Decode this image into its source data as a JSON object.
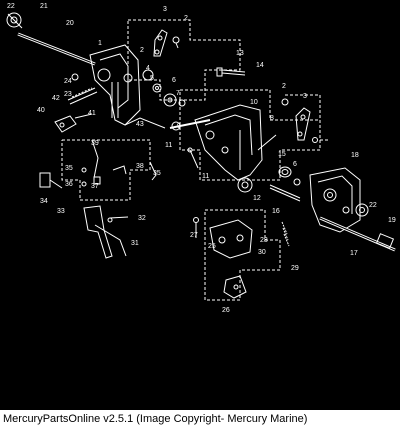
{
  "diagram": {
    "background": "#000000",
    "line_color": "#ffffff",
    "part_labels": [
      "1",
      "2",
      "3",
      "4",
      "5",
      "6",
      "7",
      "8",
      "9",
      "10",
      "11",
      "12",
      "13",
      "14",
      "15",
      "16",
      "17",
      "18",
      "19",
      "20",
      "21",
      "22",
      "23",
      "24",
      "25",
      "26",
      "27",
      "28",
      "29",
      "30",
      "31",
      "32",
      "33",
      "34",
      "35",
      "36",
      "37",
      "38",
      "39",
      "40",
      "41",
      "42",
      "43"
    ]
  },
  "footer": {
    "caption": "MercuryPartsOnline v2.5.1 (Image Copyright- Mercury Marine)"
  }
}
